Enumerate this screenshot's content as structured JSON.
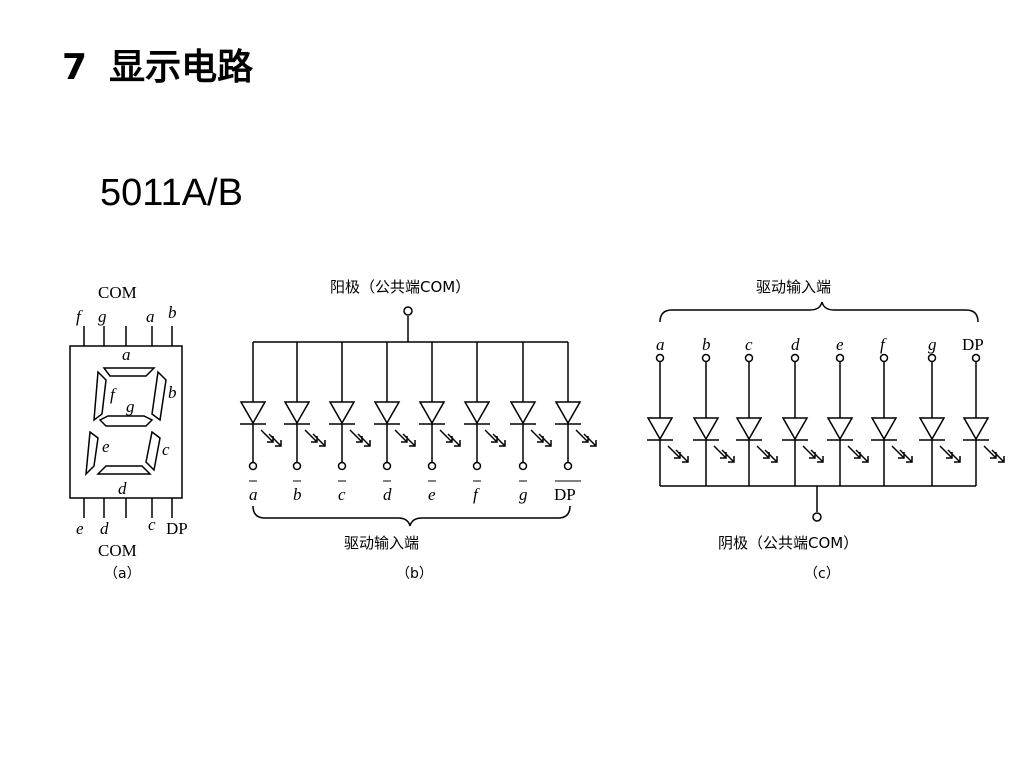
{
  "title": {
    "number": "7",
    "text": "显示电路"
  },
  "subtitle": "5011A/B",
  "panel_a": {
    "com_top": "COM",
    "com_bottom": "COM",
    "top_pins": [
      "f",
      "g",
      "a",
      "b"
    ],
    "bottom_pins": [
      "e",
      "d",
      "c",
      "DP"
    ],
    "segment_labels": [
      "a",
      "b",
      "c",
      "d",
      "e",
      "f",
      "g"
    ],
    "caption": "（a）"
  },
  "panel_b": {
    "top_label": "阳极（公共端COM）",
    "pins": [
      "a",
      "b",
      "c",
      "d",
      "e",
      "f",
      "g",
      "DP"
    ],
    "brace_label": "驱动输入端",
    "caption": "（b）"
  },
  "panel_c": {
    "top_label": "驱动输入端",
    "pins": [
      "a",
      "b",
      "c",
      "d",
      "e",
      "f",
      "g",
      "DP"
    ],
    "bottom_label": "阴极（公共端COM）",
    "caption": "（c）"
  }
}
